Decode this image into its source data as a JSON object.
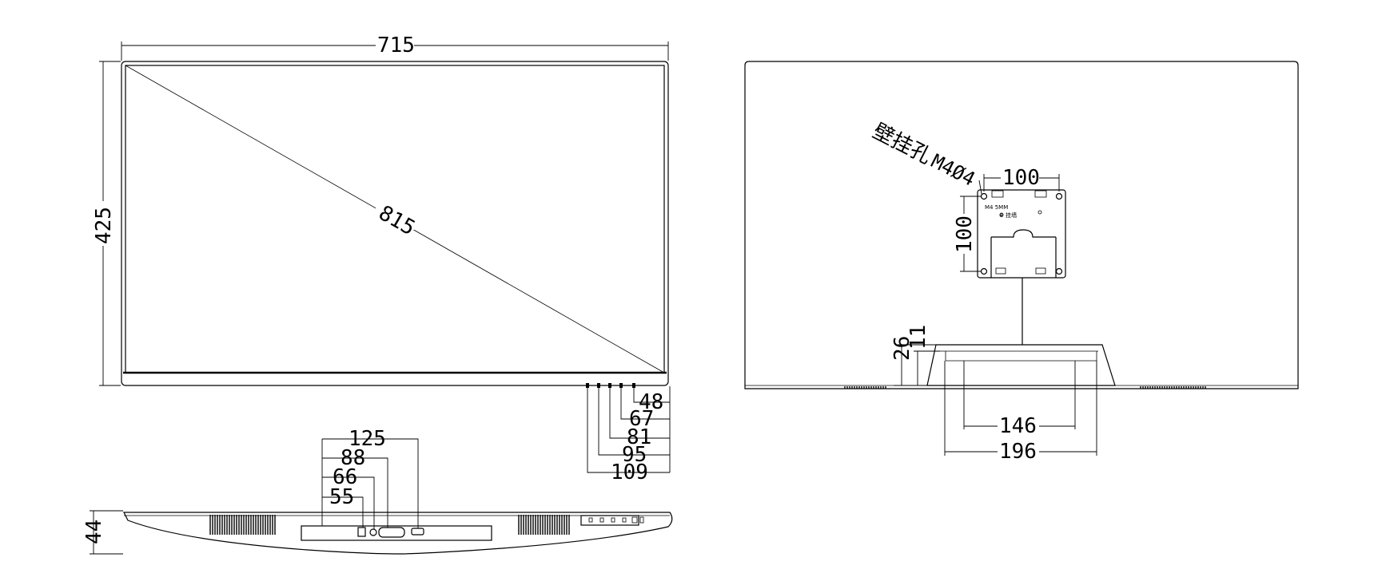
{
  "front_view": {
    "width_dim": "715",
    "height_dim": "425",
    "diagonal_dim": "815",
    "button_dims": [
      "48",
      "67",
      "81",
      "95",
      "109"
    ]
  },
  "bottom_view": {
    "depth_dim": "44",
    "port_dims": [
      "125",
      "88",
      "66",
      "55"
    ]
  },
  "rear_view": {
    "wall_mount_label": "壁挂孔",
    "wall_mount_spec": "M4Ø4",
    "vesa_width_dim": "100",
    "vesa_height_dim": "100",
    "plate_small_text_1": "M4 5MM",
    "plate_small_text_2": "⊕ 挂墙",
    "stand_height_dims": [
      "26",
      "11"
    ],
    "stand_width_dims": [
      "146",
      "196"
    ]
  }
}
